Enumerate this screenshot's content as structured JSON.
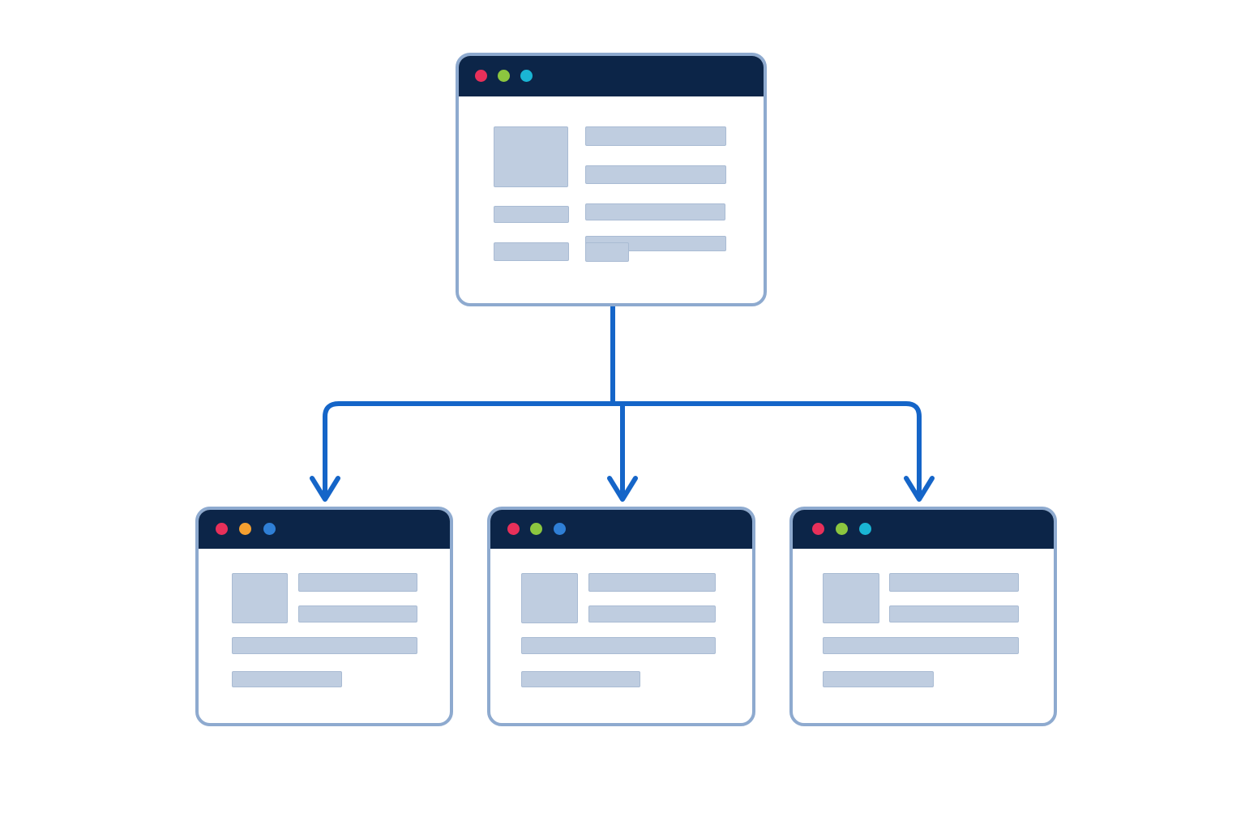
{
  "diagram": {
    "connector_color": "#1565c8",
    "window_border_color": "#8eaacf",
    "titlebar_color": "#0c2548",
    "placeholder_color": "#bfcde0"
  },
  "windows": [
    {
      "role": "parent-window",
      "dots": [
        {
          "color": "#e8305a",
          "icon": "close-dot"
        },
        {
          "color": "#8cc63f",
          "icon": "minimize-dot"
        },
        {
          "color": "#1ab5d4",
          "icon": "maximize-dot"
        }
      ]
    },
    {
      "role": "child-window-left",
      "dots": [
        {
          "color": "#e8305a",
          "icon": "close-dot"
        },
        {
          "color": "#f5a030",
          "icon": "minimize-dot"
        },
        {
          "color": "#2f7fd6",
          "icon": "maximize-dot"
        }
      ]
    },
    {
      "role": "child-window-center",
      "dots": [
        {
          "color": "#e8305a",
          "icon": "close-dot"
        },
        {
          "color": "#8cc63f",
          "icon": "minimize-dot"
        },
        {
          "color": "#2f7fd6",
          "icon": "maximize-dot"
        }
      ]
    },
    {
      "role": "child-window-right",
      "dots": [
        {
          "color": "#e8305a",
          "icon": "close-dot"
        },
        {
          "color": "#8cc63f",
          "icon": "minimize-dot"
        },
        {
          "color": "#1ab5d4",
          "icon": "maximize-dot"
        }
      ]
    }
  ]
}
